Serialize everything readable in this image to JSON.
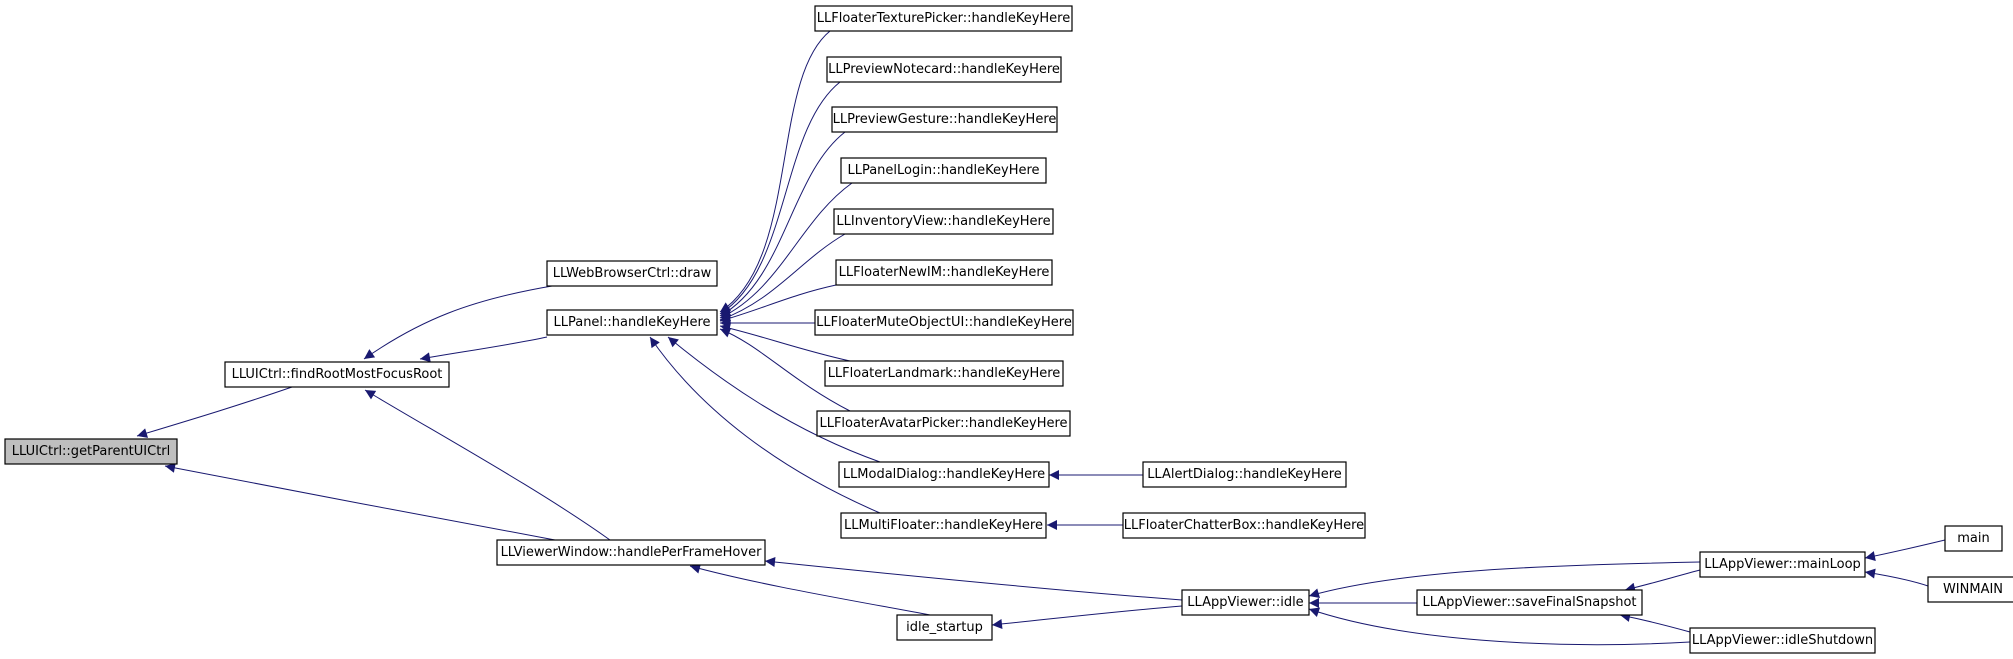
{
  "diagram": {
    "colors": {
      "edge": "#191970",
      "arrow": "#191970",
      "node_border": "#000000",
      "node_fill": "#ffffff",
      "root_fill": "#bfbfbf"
    },
    "nodes": [
      {
        "id": "getParentUICtrl",
        "label": "LLUICtrl::getParentUICtrl",
        "root": true
      },
      {
        "id": "findRootMostFocusRoot",
        "label": "LLUICtrl::findRootMostFocusRoot"
      },
      {
        "id": "handlePerFrameHover",
        "label": "LLViewerWindow::handlePerFrameHover"
      },
      {
        "id": "webBrowserDraw",
        "label": "LLWebBrowserCtrl::draw"
      },
      {
        "id": "panelHandleKeyHere",
        "label": "LLPanel::handleKeyHere"
      },
      {
        "id": "idleStartup",
        "label": "idle_startup"
      },
      {
        "id": "texturePicker",
        "label": "LLFloaterTexturePicker::handleKeyHere"
      },
      {
        "id": "previewNotecard",
        "label": "LLPreviewNotecard::handleKeyHere"
      },
      {
        "id": "previewGesture",
        "label": "LLPreviewGesture::handleKeyHere"
      },
      {
        "id": "panelLogin",
        "label": "LLPanelLogin::handleKeyHere"
      },
      {
        "id": "inventoryView",
        "label": "LLInventoryView::handleKeyHere"
      },
      {
        "id": "newIM",
        "label": "LLFloaterNewIM::handleKeyHere"
      },
      {
        "id": "muteObject",
        "label": "LLFloaterMuteObjectUI::handleKeyHere"
      },
      {
        "id": "landmark",
        "label": "LLFloaterLandmark::handleKeyHere"
      },
      {
        "id": "avatarPicker",
        "label": "LLFloaterAvatarPicker::handleKeyHere"
      },
      {
        "id": "modalDialog",
        "label": "LLModalDialog::handleKeyHere"
      },
      {
        "id": "multiFloater",
        "label": "LLMultiFloater::handleKeyHere"
      },
      {
        "id": "alertDialog",
        "label": "LLAlertDialog::handleKeyHere"
      },
      {
        "id": "chatterBox",
        "label": "LLFloaterChatterBox::handleKeyHere"
      },
      {
        "id": "appIdle",
        "label": "LLAppViewer::idle"
      },
      {
        "id": "saveFinalSnapshot",
        "label": "LLAppViewer::saveFinalSnapshot"
      },
      {
        "id": "mainLoop",
        "label": "LLAppViewer::mainLoop"
      },
      {
        "id": "idleShutdown",
        "label": "LLAppViewer::idleShutdown"
      },
      {
        "id": "main",
        "label": "main"
      },
      {
        "id": "winmain",
        "label": "WINMAIN"
      }
    ],
    "edges": [
      {
        "from": "findRootMostFocusRoot",
        "to": "getParentUICtrl"
      },
      {
        "from": "handlePerFrameHover",
        "to": "getParentUICtrl"
      },
      {
        "from": "webBrowserDraw",
        "to": "findRootMostFocusRoot"
      },
      {
        "from": "panelHandleKeyHere",
        "to": "findRootMostFocusRoot"
      },
      {
        "from": "handlePerFrameHover",
        "to": "findRootMostFocusRoot"
      },
      {
        "from": "texturePicker",
        "to": "panelHandleKeyHere"
      },
      {
        "from": "previewNotecard",
        "to": "panelHandleKeyHere"
      },
      {
        "from": "previewGesture",
        "to": "panelHandleKeyHere"
      },
      {
        "from": "panelLogin",
        "to": "panelHandleKeyHere"
      },
      {
        "from": "inventoryView",
        "to": "panelHandleKeyHere"
      },
      {
        "from": "newIM",
        "to": "panelHandleKeyHere"
      },
      {
        "from": "muteObject",
        "to": "panelHandleKeyHere"
      },
      {
        "from": "landmark",
        "to": "panelHandleKeyHere"
      },
      {
        "from": "avatarPicker",
        "to": "panelHandleKeyHere"
      },
      {
        "from": "modalDialog",
        "to": "panelHandleKeyHere"
      },
      {
        "from": "multiFloater",
        "to": "panelHandleKeyHere"
      },
      {
        "from": "alertDialog",
        "to": "modalDialog"
      },
      {
        "from": "chatterBox",
        "to": "multiFloater"
      },
      {
        "from": "appIdle",
        "to": "handlePerFrameHover"
      },
      {
        "from": "idleStartup",
        "to": "handlePerFrameHover"
      },
      {
        "from": "appIdle",
        "to": "idleStartup"
      },
      {
        "from": "saveFinalSnapshot",
        "to": "appIdle"
      },
      {
        "from": "mainLoop",
        "to": "appIdle"
      },
      {
        "from": "idleShutdown",
        "to": "appIdle"
      },
      {
        "from": "mainLoop",
        "to": "saveFinalSnapshot"
      },
      {
        "from": "idleShutdown",
        "to": "saveFinalSnapshot"
      },
      {
        "from": "main",
        "to": "mainLoop"
      },
      {
        "from": "winmain",
        "to": "mainLoop"
      }
    ]
  }
}
